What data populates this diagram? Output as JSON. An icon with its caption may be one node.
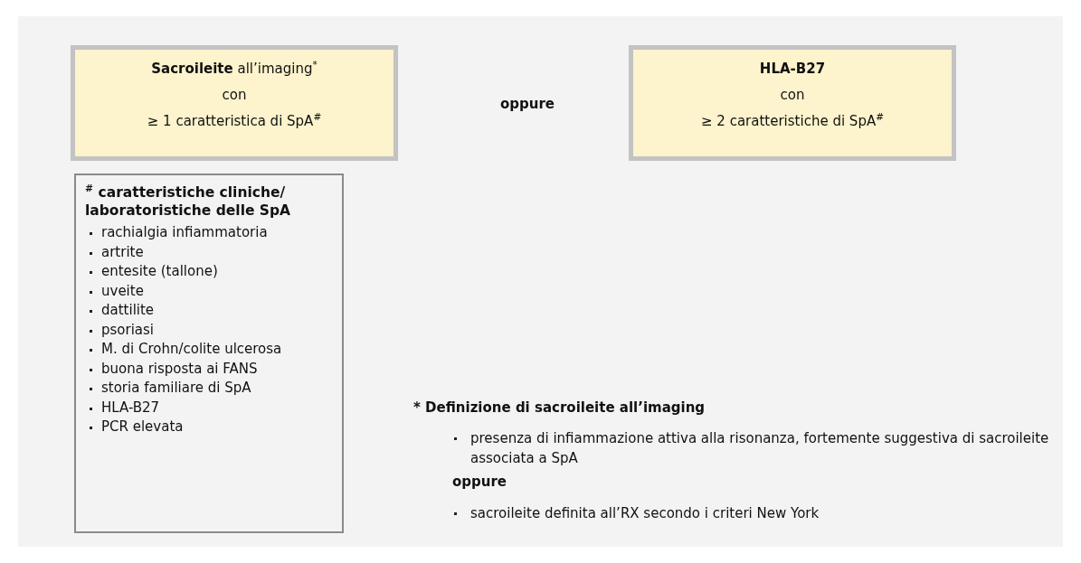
{
  "diagram": {
    "nodes": [
      {
        "text": [
          "**Sacroileite** all’imaging$^{*}$",
          "con",
          "≥ 1 caratteristica di SpA$^{#}$"
        ]
      },
      {
        "text": [
          "**HLA-B27**",
          "con",
          "≥ 2 caratteristiche di SpA$^{#}$"
        ]
      },
      {
        "text": [
          "$^{#}$ caratteristiche cliniche/ laboratoristiche delle SpA",
          "rachialgia infiammatoria",
          "artrite",
          "entesite (tallone)",
          "uveite",
          "dattilite",
          "psoriasi",
          "M. di Crohn/colite ulcerosa",
          "buona risposta ai FANS",
          "storia familiare di SpA",
          "HLA-B27",
          "PCR elevata"
        ]
      }
    ],
    "edges": [],
    "labels": [
      "oppure",
      "* Definizione di sacroileite all’imaging",
      "presenza di infiammazione attiva alla risonanza, fortemente suggestiva di sacroileite associata a SpA",
      "oppure",
      "sacroileite definita all’RX secondo i criteri New York"
    ]
  }
}
